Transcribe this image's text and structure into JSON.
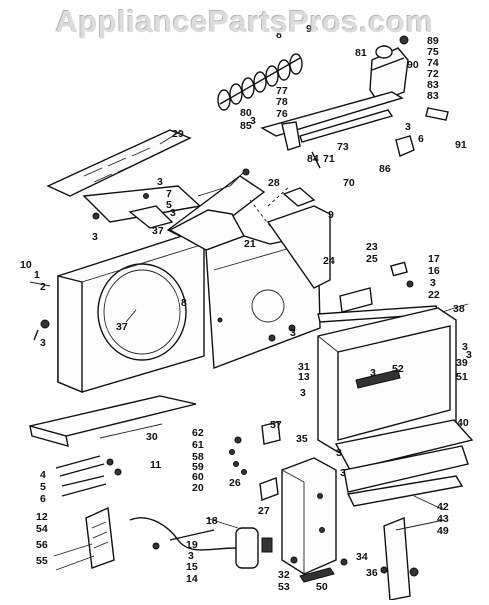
{
  "watermark": "AppliancePartsPros.com",
  "labels": [
    {
      "id": "n8a",
      "t": "8"
    },
    {
      "id": "n90a",
      "t": "90"
    },
    {
      "id": "n89",
      "t": "89"
    },
    {
      "id": "n75",
      "t": "75"
    },
    {
      "id": "n81",
      "t": "81"
    },
    {
      "id": "n90b",
      "t": "90"
    },
    {
      "id": "n74",
      "t": "74"
    },
    {
      "id": "n72",
      "t": "72"
    },
    {
      "id": "n77",
      "t": "77"
    },
    {
      "id": "n78",
      "t": "78"
    },
    {
      "id": "n76",
      "t": "76"
    },
    {
      "id": "n80",
      "t": "80"
    },
    {
      "id": "n85",
      "t": "85"
    },
    {
      "id": "n83a",
      "t": "83"
    },
    {
      "id": "n83b",
      "t": "83"
    },
    {
      "id": "n84",
      "t": "84"
    },
    {
      "id": "n71",
      "t": "71"
    },
    {
      "id": "n73",
      "t": "73"
    },
    {
      "id": "n3a",
      "t": "3"
    },
    {
      "id": "n6",
      "t": "6"
    },
    {
      "id": "n91",
      "t": "91"
    },
    {
      "id": "n70",
      "t": "70"
    },
    {
      "id": "n86",
      "t": "86"
    },
    {
      "id": "n29",
      "t": "29"
    },
    {
      "id": "n3b",
      "t": "3"
    },
    {
      "id": "n7",
      "t": "7"
    },
    {
      "id": "n5",
      "t": "5"
    },
    {
      "id": "n3c",
      "t": "3"
    },
    {
      "id": "n3d",
      "t": "3"
    },
    {
      "id": "n37a",
      "t": "37"
    },
    {
      "id": "n28",
      "t": "28"
    },
    {
      "id": "n9",
      "t": "9"
    },
    {
      "id": "n21",
      "t": "21"
    },
    {
      "id": "n10",
      "t": "10"
    },
    {
      "id": "n1",
      "t": "1"
    },
    {
      "id": "n2",
      "t": "2"
    },
    {
      "id": "n3e",
      "t": "3"
    },
    {
      "id": "n37b",
      "t": "37"
    },
    {
      "id": "n8b",
      "t": "8"
    },
    {
      "id": "n23",
      "t": "23"
    },
    {
      "id": "n25",
      "t": "25"
    },
    {
      "id": "n24",
      "t": "24"
    },
    {
      "id": "n17",
      "t": "17"
    },
    {
      "id": "n16",
      "t": "16"
    },
    {
      "id": "n3f",
      "t": "3"
    },
    {
      "id": "n22",
      "t": "22"
    },
    {
      "id": "n38",
      "t": "38"
    },
    {
      "id": "n3g",
      "t": "3"
    },
    {
      "id": "n39",
      "t": "39"
    },
    {
      "id": "n3h",
      "t": "3"
    },
    {
      "id": "n13",
      "t": "13"
    },
    {
      "id": "n31",
      "t": "31"
    },
    {
      "id": "n52",
      "t": "52"
    },
    {
      "id": "n51",
      "t": "51"
    },
    {
      "id": "n3i",
      "t": "3"
    },
    {
      "id": "n11",
      "t": "11"
    },
    {
      "id": "n30",
      "t": "30"
    },
    {
      "id": "n57",
      "t": "57"
    },
    {
      "id": "n62",
      "t": "62"
    },
    {
      "id": "n61",
      "t": "61"
    },
    {
      "id": "n58",
      "t": "58"
    },
    {
      "id": "n59",
      "t": "59"
    },
    {
      "id": "n60",
      "t": "60"
    },
    {
      "id": "n20",
      "t": "20"
    },
    {
      "id": "n26",
      "t": "26"
    },
    {
      "id": "n35",
      "t": "35"
    },
    {
      "id": "n40",
      "t": "40"
    },
    {
      "id": "n4",
      "t": "4"
    },
    {
      "id": "n5b",
      "t": "5"
    },
    {
      "id": "n6b",
      "t": "6"
    },
    {
      "id": "n12",
      "t": "12"
    },
    {
      "id": "n54",
      "t": "54"
    },
    {
      "id": "n56",
      "t": "56"
    },
    {
      "id": "n55",
      "t": "55"
    },
    {
      "id": "n18",
      "t": "18"
    },
    {
      "id": "n27",
      "t": "27"
    },
    {
      "id": "n19",
      "t": "19"
    },
    {
      "id": "n3j",
      "t": "3"
    },
    {
      "id": "n15",
      "t": "15"
    },
    {
      "id": "n14",
      "t": "14"
    },
    {
      "id": "n34",
      "t": "34"
    },
    {
      "id": "n3k",
      "t": "3"
    },
    {
      "id": "n36",
      "t": "36"
    },
    {
      "id": "n32",
      "t": "32"
    },
    {
      "id": "n53",
      "t": "53"
    },
    {
      "id": "n50",
      "t": "50"
    },
    {
      "id": "n42",
      "t": "42"
    },
    {
      "id": "n43",
      "t": "43"
    },
    {
      "id": "n49",
      "t": "49"
    },
    {
      "id": "n3l",
      "t": "3"
    },
    {
      "id": "n3m",
      "t": "3"
    },
    {
      "id": "n3n",
      "t": "3"
    },
    {
      "id": "n3o",
      "t": "3"
    }
  ]
}
